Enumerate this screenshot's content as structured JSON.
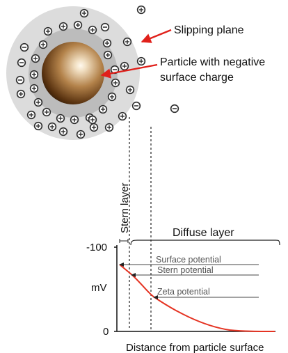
{
  "labels": {
    "slipping_plane": "Slipping plane",
    "particle_line1": "Particle with negative",
    "particle_line2": "surface charge",
    "stern_layer": "Stern layer",
    "diffuse_layer": "Diffuse layer",
    "axis_top": "-100",
    "axis_unit": "mV",
    "axis_zero": "0",
    "surface_potential": "Surface potential",
    "stern_potential": "Stern potential",
    "zeta_potential": "Zeta potential",
    "x_axis": "Distance from particle surface"
  },
  "colors": {
    "outer_halo": "#d9d9d9",
    "inner_shell": "#bdbdbd",
    "particle_light": "#f4e6cf",
    "particle_mid": "#a9773f",
    "particle_dark": "#2a1505",
    "arrow": "#e0201a",
    "curve": "#e53322",
    "ion_fill": "#3a3a3a"
  },
  "ions": {
    "positive_count": 34,
    "negative_count": 7
  }
}
